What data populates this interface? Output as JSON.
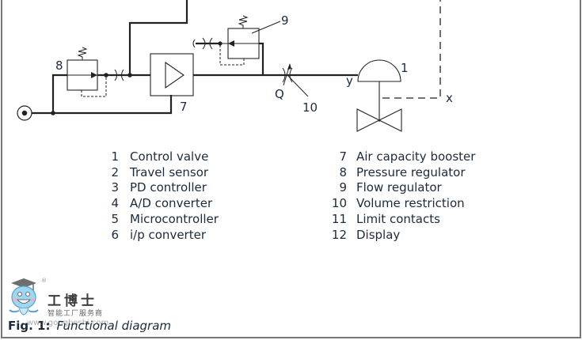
{
  "figure": {
    "caption_prefix": "Fig. 1:",
    "caption_title": "Functional diagram"
  },
  "diagram_labels": {
    "booster_number": "7",
    "pressure_regulator_number": "8",
    "flow_regulator_number": "9",
    "volume_restriction_number": "10",
    "control_valve_number": "1",
    "flow_symbol": "Q",
    "signal_y": "y",
    "signal_x": "x"
  },
  "legend": {
    "left": [
      {
        "num": "1",
        "label": "Control valve"
      },
      {
        "num": "2",
        "label": "Travel sensor"
      },
      {
        "num": "3",
        "label": "PD controller"
      },
      {
        "num": "4",
        "label": "A/D converter"
      },
      {
        "num": "5",
        "label": "Microcontroller"
      },
      {
        "num": "6",
        "label": "i/p converter"
      }
    ],
    "right": [
      {
        "num": "7",
        "label": "Air capacity booster"
      },
      {
        "num": "8",
        "label": "Pressure regulator"
      },
      {
        "num": "9",
        "label": "Flow regulator"
      },
      {
        "num": "10",
        "label": "Volume restriction"
      },
      {
        "num": "11",
        "label": "Limit contacts"
      },
      {
        "num": "12",
        "label": "Display"
      }
    ]
  },
  "watermark": {
    "brand_cn": "工博士",
    "tagline_cn": "智能工厂服务商",
    "url": "www.gongboshi.com",
    "registered_mark": "®"
  },
  "colors": {
    "line": "#222222",
    "text": "#1c2a3c",
    "frame": "#777777"
  }
}
